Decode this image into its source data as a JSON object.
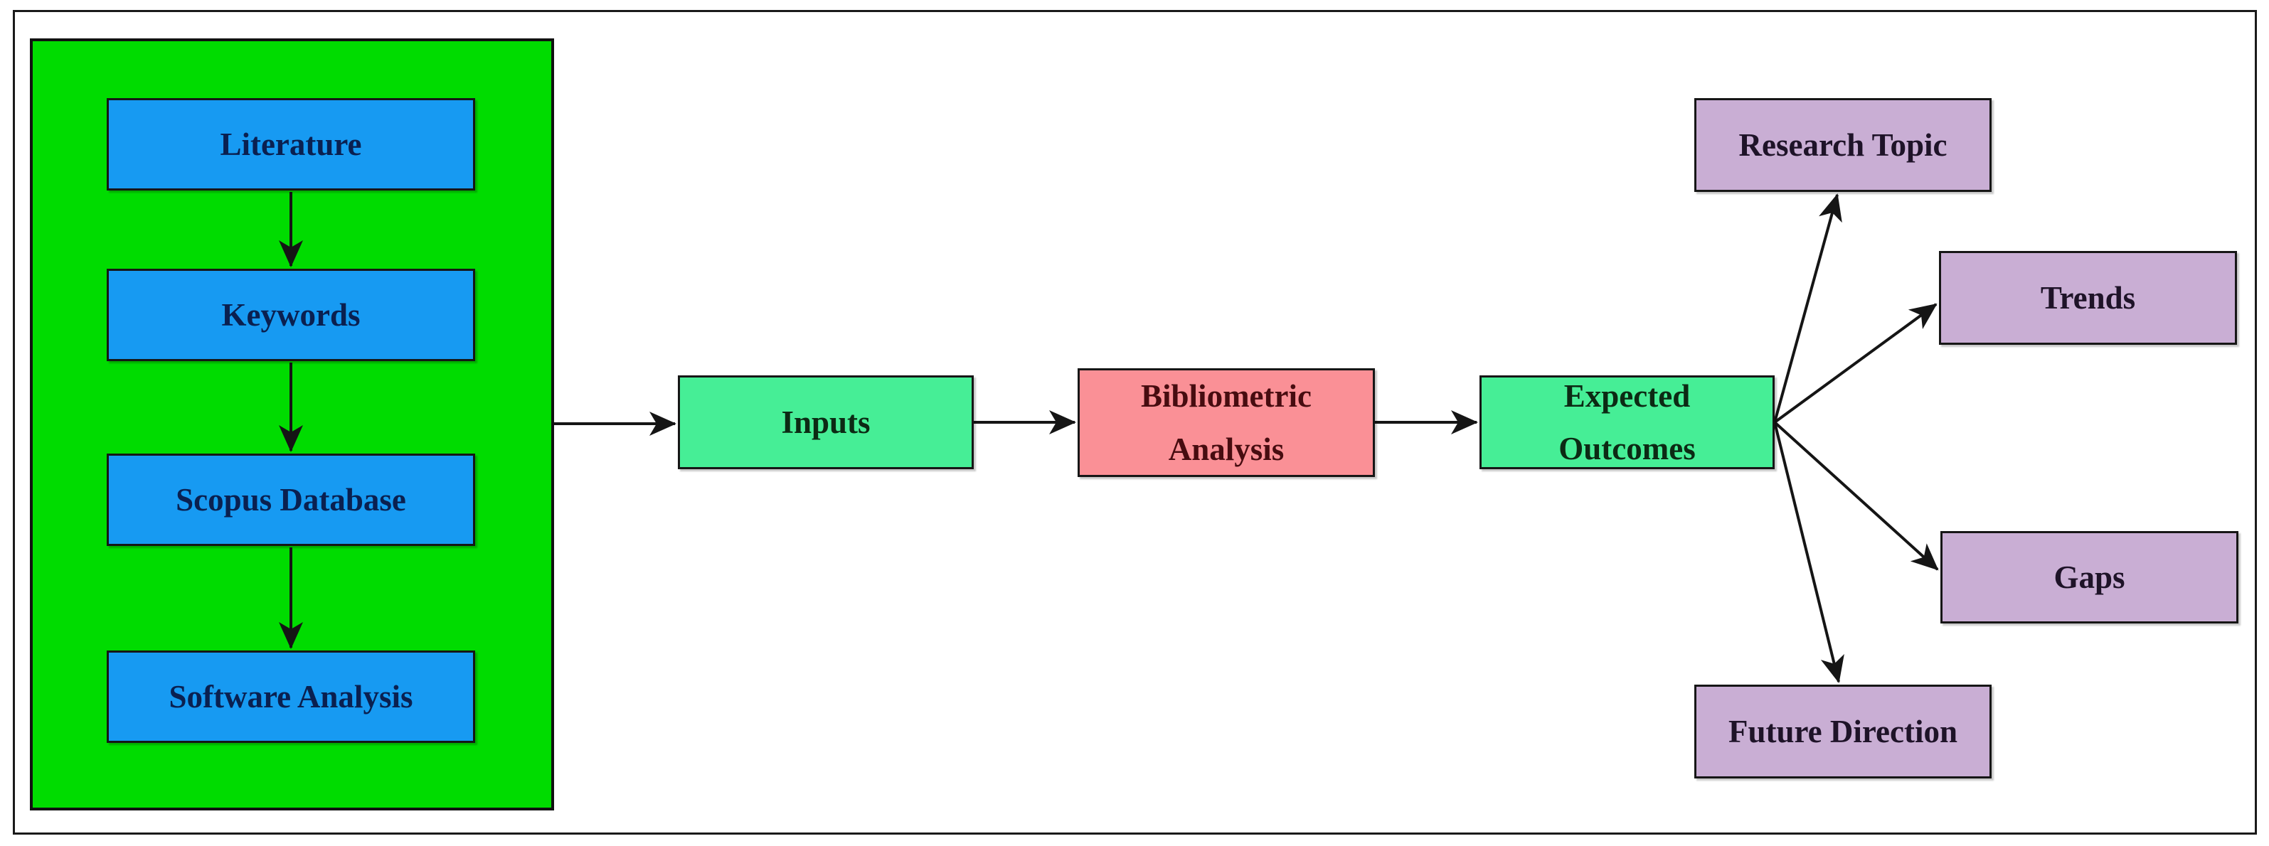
{
  "figure": {
    "type": "flowchart",
    "description_visible_text_only": true
  },
  "colors": {
    "group_bg": "#00dc00",
    "stage_bg": "#179af2",
    "stage_text": "#0a2050",
    "io_bg": "#46ee96",
    "io_text": "#0c2a14",
    "analysis_bg": "#fa9096",
    "analysis_text": "#470c10",
    "outcome_bg": "#c9aed4",
    "outcome_text": "#1e1328",
    "arrow_stroke": "#151515"
  },
  "nodes": {
    "literature": {
      "label": "Literature"
    },
    "keywords": {
      "label": "Keywords"
    },
    "scopus_database": {
      "label": "Scopus Database"
    },
    "software_analysis": {
      "label": "Software Analysis"
    },
    "inputs": {
      "label": "Inputs"
    },
    "bibliometric_analysis": {
      "line1": "Bibliometric",
      "line2": "Analysis"
    },
    "expected_outcomes": {
      "line1": "Expected",
      "line2": "Outcomes"
    },
    "research_topic": {
      "label": "Research Topic"
    },
    "trends": {
      "label": "Trends"
    },
    "gaps": {
      "label": "Gaps"
    },
    "future_direction": {
      "label": "Future Direction"
    }
  },
  "edges": [
    {
      "from": "literature",
      "to": "keywords"
    },
    {
      "from": "keywords",
      "to": "scopus_database"
    },
    {
      "from": "scopus_database",
      "to": "software_analysis"
    },
    {
      "from": "inputs_group",
      "to": "inputs"
    },
    {
      "from": "inputs",
      "to": "bibliometric_analysis"
    },
    {
      "from": "bibliometric_analysis",
      "to": "expected_outcomes"
    },
    {
      "from": "expected_outcomes",
      "to": "research_topic"
    },
    {
      "from": "expected_outcomes",
      "to": "trends"
    },
    {
      "from": "expected_outcomes",
      "to": "gaps"
    },
    {
      "from": "expected_outcomes",
      "to": "future_direction"
    }
  ]
}
